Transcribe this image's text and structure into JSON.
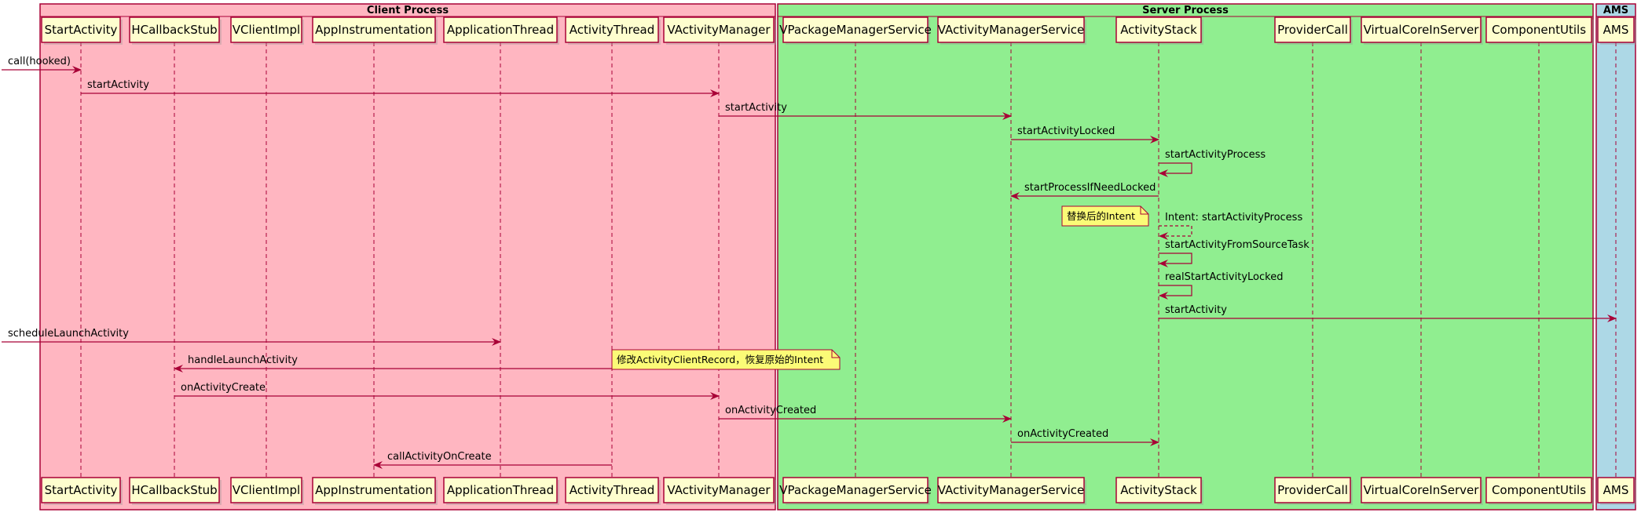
{
  "groups": [
    {
      "id": "client",
      "title": "Client Process",
      "color": "#FFB6C1"
    },
    {
      "id": "server",
      "title": "Server Process",
      "color": "#90EE90"
    },
    {
      "id": "ams",
      "title": "AMS",
      "color": "#ADD8E6"
    }
  ],
  "participants": [
    {
      "id": "sa",
      "label": "StartActivity"
    },
    {
      "id": "hcs",
      "label": "HCallbackStub"
    },
    {
      "id": "vci",
      "label": "VClientImpl"
    },
    {
      "id": "ai",
      "label": "AppInstrumentation"
    },
    {
      "id": "at",
      "label": "ApplicationThread"
    },
    {
      "id": "actt",
      "label": "ActivityThread"
    },
    {
      "id": "vam",
      "label": "VActivityManager"
    },
    {
      "id": "vpms",
      "label": "VPackageManagerService"
    },
    {
      "id": "vams",
      "label": "VActivityManagerService"
    },
    {
      "id": "as",
      "label": "ActivityStack"
    },
    {
      "id": "pc",
      "label": "ProviderCall"
    },
    {
      "id": "vcis",
      "label": "VirtualCoreInServer"
    },
    {
      "id": "cu",
      "label": "ComponentUtils"
    },
    {
      "id": "ams",
      "label": "AMS"
    }
  ],
  "messages": [
    {
      "from": "_ext",
      "to": "sa",
      "label": "call(hooked)"
    },
    {
      "from": "sa",
      "to": "vam",
      "label": "startActivity"
    },
    {
      "from": "vam",
      "to": "vams",
      "label": "startActivity"
    },
    {
      "from": "vams",
      "to": "as",
      "label": "startActivityLocked"
    },
    {
      "from": "as",
      "to": "as",
      "label": "startActivityProcess"
    },
    {
      "from": "as",
      "to": "vams",
      "label": "startProcessIfNeedLocked"
    },
    {
      "from": "as",
      "to": "as",
      "label": "Intent: startActivityProcess",
      "dashed": true
    },
    {
      "from": "as",
      "to": "as",
      "label": "startActivityFromSourceTask"
    },
    {
      "from": "as",
      "to": "as",
      "label": "realStartActivityLocked"
    },
    {
      "from": "as",
      "to": "ams",
      "label": "startActivity"
    },
    {
      "from": "_ext",
      "to": "at",
      "label": "scheduleLaunchActivity"
    },
    {
      "from": "actt",
      "to": "hcs",
      "label": "handleLaunchActivity"
    },
    {
      "from": "hcs",
      "to": "vam",
      "label": "onActivityCreate"
    },
    {
      "from": "vam",
      "to": "vams",
      "label": "onActivityCreated"
    },
    {
      "from": "vams",
      "to": "as",
      "label": "onActivityCreated"
    },
    {
      "from": "actt",
      "to": "ai",
      "label": "callActivityOnCreate"
    }
  ],
  "notes": [
    {
      "text": "替换后的Intent",
      "attached_to": "Intent: startActivityProcess",
      "side": "left"
    },
    {
      "text": "修改ActivityClientRecord，恢复原始的Intent",
      "attached_to": "handleLaunchActivity",
      "side": "right"
    }
  ],
  "colors": {
    "arrow": "#A80036",
    "participant_fill": "#FEFECE",
    "participant_border": "#A80036",
    "note_fill": "#FBFB77"
  }
}
